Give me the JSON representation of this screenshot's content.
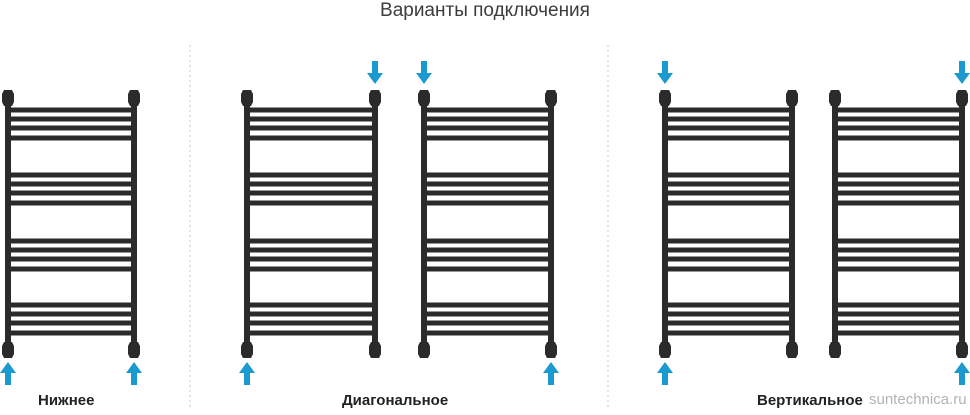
{
  "title": "Варианты подключения",
  "groups": [
    {
      "label": "Нижнее"
    },
    {
      "label": "Диагональное"
    },
    {
      "label": "Вертикальное"
    }
  ],
  "watermark": "suntechnica.ru",
  "colors": {
    "rail": "#2b2b2b",
    "arrow": "#1b9ad0",
    "divider": "#c8c8c8",
    "title": "#3c3c3c"
  },
  "icons": {
    "inlet": "arrow-down-icon",
    "outlet": "arrow-up-icon"
  }
}
